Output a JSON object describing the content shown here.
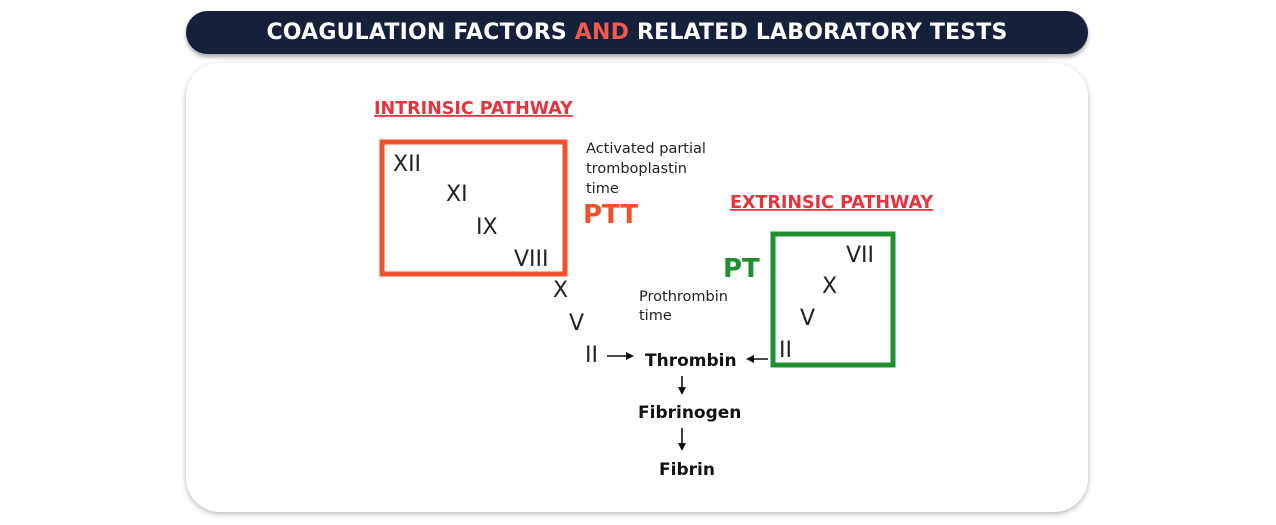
{
  "header": {
    "title_part1": "COAGULATION FACTORS ",
    "title_accent": "AND",
    "title_part2": " RELATED LABORATORY TESTS"
  },
  "colors": {
    "header_bg": "#17203a",
    "accent_red": "#e8323c",
    "ptt_orange": "#f0532b",
    "pt_green": "#1e8f2e"
  },
  "intrinsic": {
    "heading": "INTRINSIC PATHWAY",
    "factors": [
      "XII",
      "XI",
      "IX",
      "VIII"
    ],
    "test_description_lines": [
      "Activated partial",
      "tromboplastin",
      "time"
    ],
    "test_abbr": "PTT"
  },
  "extrinsic": {
    "heading": "EXTRINSIC PATHWAY",
    "factors": [
      "VII",
      "X",
      "V",
      "II"
    ],
    "test_abbr": "PT",
    "test_description_lines": [
      "Prothrombin",
      "time"
    ]
  },
  "common": {
    "factors": [
      "X",
      "V",
      "II"
    ],
    "products": [
      "Thrombin",
      "Fibrinogen",
      "Fibrin"
    ]
  }
}
